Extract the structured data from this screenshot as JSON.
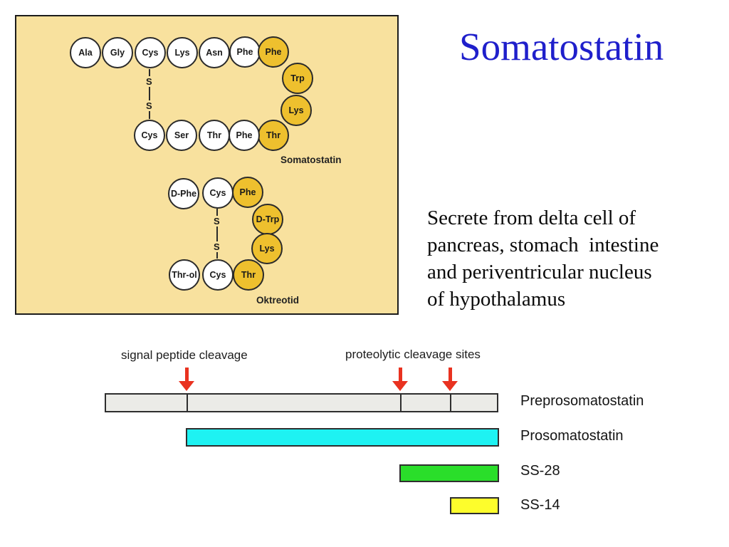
{
  "slide": {
    "title": "Somatostatin",
    "title_color": "#1f1fcb",
    "body_lines": [
      "Secrete from delta cell of",
      "pancreas, stomach  intestine",
      "and periventricular nucleus",
      "of hypothalamus"
    ]
  },
  "panel": {
    "bg_color": "#f8e19e",
    "highlight_color": "#eec02e",
    "s_label": "S",
    "somatostatin": {
      "label": "Somatostatin",
      "residues": [
        "Ala",
        "Gly",
        "Cys",
        "Lys",
        "Asn",
        "Phe",
        "Phe",
        "Trp",
        "Lys",
        "Thr",
        "Phe",
        "Thr",
        "Ser",
        "Cys"
      ]
    },
    "octreotide": {
      "label": "Oktreotid",
      "residues": [
        "D-Phe",
        "Cys",
        "Phe",
        "D-Trp",
        "Lys",
        "Thr",
        "Cys",
        "Thr-ol"
      ]
    }
  },
  "diagram": {
    "arrow_color": "#e93220",
    "annotations": {
      "signal": "signal peptide cleavage",
      "proteolytic": "proteolytic cleavage sites"
    },
    "rows": [
      {
        "label": "Preprosomatostatin",
        "color": "#ebebe7"
      },
      {
        "label": "Prosomatostatin",
        "color": "#1ef2f2"
      },
      {
        "label": "SS-28",
        "color": "#2ade2a"
      },
      {
        "label": "SS-14",
        "color": "#fdfd2c"
      }
    ]
  }
}
